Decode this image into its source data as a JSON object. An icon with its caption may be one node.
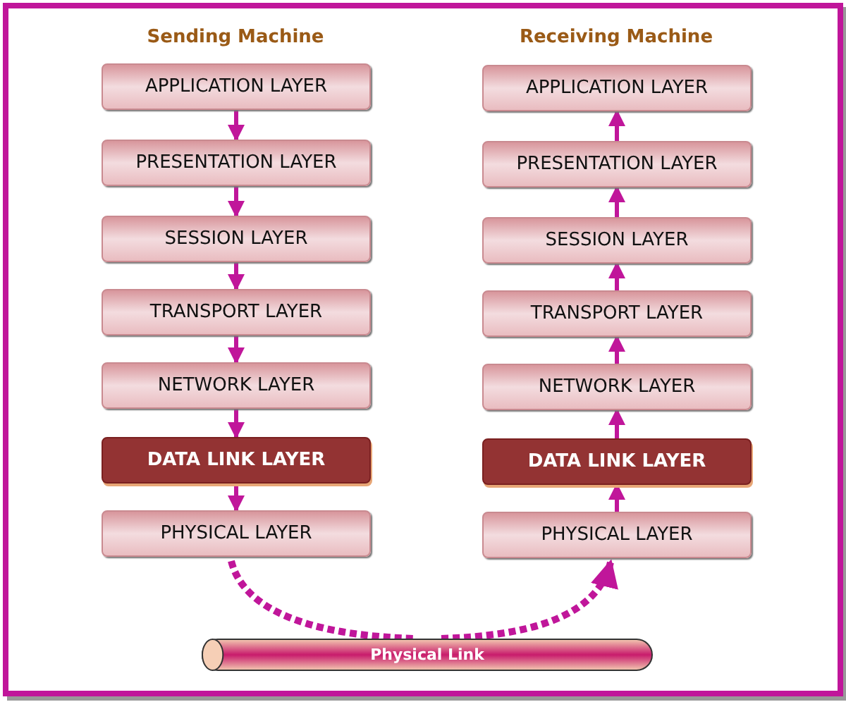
{
  "diagram": {
    "nodes": [
      {
        "text": [
          "APPLICATION LAYER"
        ]
      },
      {
        "text": [
          "PRESENTATION LAYER"
        ]
      },
      {
        "text": [
          "SESSION LAYER"
        ]
      },
      {
        "text": [
          "TRANSPORT LAYER"
        ]
      },
      {
        "text": [
          "NETWORK LAYER"
        ]
      },
      {
        "text": [
          "DATA LINK LAYER"
        ]
      },
      {
        "text": [
          "PHYSICAL LAYER"
        ]
      },
      {
        "text": [
          "APPLICATION LAYER"
        ]
      },
      {
        "text": [
          "PRESENTATION LAYER"
        ]
      },
      {
        "text": [
          "SESSION LAYER"
        ]
      },
      {
        "text": [
          "TRANSPORT LAYER"
        ]
      },
      {
        "text": [
          "NETWORK LAYER"
        ]
      },
      {
        "text": [
          "DATA LINK LAYER"
        ]
      },
      {
        "text": [
          "PHYSICAL LAYER"
        ]
      },
      {
        "text": [
          "Physical Link"
        ]
      }
    ],
    "edges": [
      {
        "from": 0,
        "to": 1,
        "arrow": "to"
      },
      {
        "from": 1,
        "to": 2,
        "arrow": "to"
      },
      {
        "from": 2,
        "to": 3,
        "arrow": "to"
      },
      {
        "from": 3,
        "to": 4,
        "arrow": "to"
      },
      {
        "from": 4,
        "to": 5,
        "arrow": "to"
      },
      {
        "from": 5,
        "to": 6,
        "arrow": "to"
      },
      {
        "from": 6,
        "to": 14,
        "arrow": "none",
        "style": "dashed"
      },
      {
        "from": 14,
        "to": 13,
        "arrow": "to",
        "style": "dashed"
      },
      {
        "from": 13,
        "to": 12,
        "arrow": "to"
      },
      {
        "from": 12,
        "to": 11,
        "arrow": "to"
      },
      {
        "from": 11,
        "to": 10,
        "arrow": "to"
      },
      {
        "from": 10,
        "to": 9,
        "arrow": "to"
      },
      {
        "from": 9,
        "to": 8,
        "arrow": "to"
      },
      {
        "from": 8,
        "to": 7,
        "arrow": "to"
      }
    ],
    "labels": [
      "Sending Machine",
      "Receiving Machine"
    ]
  }
}
